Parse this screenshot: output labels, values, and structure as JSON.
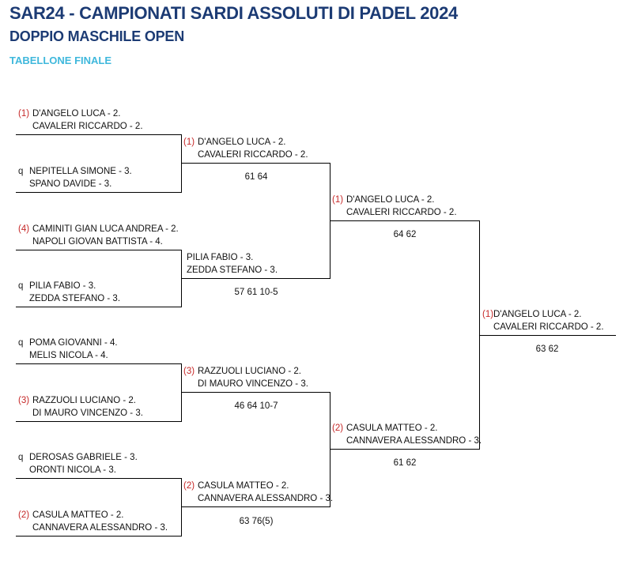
{
  "header": {
    "title": "SAR24 - CAMPIONATI SARDI ASSOLUTI DI PADEL 2024",
    "subtitle": "DOPPIO MASCHILE OPEN",
    "section": "TABELLONE FINALE"
  },
  "round1": [
    {
      "tag": "(1)",
      "type": "seed",
      "p1": "D'ANGELO LUCA - 2.",
      "p2": "CAVALERI RICCARDO - 2."
    },
    {
      "tag": "q",
      "type": "q",
      "p1": "NEPITELLA SIMONE - 3.",
      "p2": "SPANO DAVIDE - 3."
    },
    {
      "tag": "(4)",
      "type": "seed",
      "p1": "CAMINITI GIAN LUCA ANDREA - 2.",
      "p2": "NAPOLI GIOVAN BATTISTA - 4."
    },
    {
      "tag": "q",
      "type": "q",
      "p1": "PILIA FABIO - 3.",
      "p2": "ZEDDA STEFANO - 3."
    },
    {
      "tag": "q",
      "type": "q",
      "p1": "POMA GIOVANNI - 4.",
      "p2": "MELIS NICOLA - 4."
    },
    {
      "tag": "(3)",
      "type": "seed",
      "p1": "RAZZUOLI LUCIANO - 2.",
      "p2": "DI MAURO VINCENZO - 3."
    },
    {
      "tag": "q",
      "type": "q",
      "p1": "DEROSAS GABRIELE - 3.",
      "p2": "ORONTI NICOLA - 3."
    },
    {
      "tag": "(2)",
      "type": "seed",
      "p1": "CASULA MATTEO - 2.",
      "p2": "CANNAVERA ALESSANDRO - 3."
    }
  ],
  "round2": [
    {
      "tag": "(1)",
      "type": "seed",
      "p1": "D'ANGELO LUCA - 2.",
      "p2": "CAVALERI RICCARDO - 2.",
      "score": "61 64"
    },
    {
      "tag": "",
      "type": "none",
      "p1": "PILIA FABIO - 3.",
      "p2": "ZEDDA STEFANO - 3.",
      "score": "57 61 10-5"
    },
    {
      "tag": "(3)",
      "type": "seed",
      "p1": "RAZZUOLI LUCIANO - 2.",
      "p2": "DI MAURO VINCENZO - 3.",
      "score": "46 64 10-7"
    },
    {
      "tag": "(2)",
      "type": "seed",
      "p1": "CASULA MATTEO - 2.",
      "p2": "CANNAVERA ALESSANDRO - 3.",
      "score": "63 76(5)"
    }
  ],
  "round3": [
    {
      "tag": "(1)",
      "type": "seed",
      "p1": "D'ANGELO LUCA - 2.",
      "p2": "CAVALERI RICCARDO - 2.",
      "score": "64 62"
    },
    {
      "tag": "(2)",
      "type": "seed",
      "p1": "CASULA MATTEO - 2.",
      "p2": "CANNAVERA ALESSANDRO - 3.",
      "score": "61 62"
    }
  ],
  "final": {
    "tag": "(1)",
    "type": "seed",
    "p1": "D'ANGELO LUCA - 2.",
    "p2": "CAVALERI RICCARDO - 2.",
    "score": "63 62"
  },
  "colors": {
    "title": "#1c3b74",
    "section": "#3fb8dc",
    "seed": "#c62828"
  }
}
